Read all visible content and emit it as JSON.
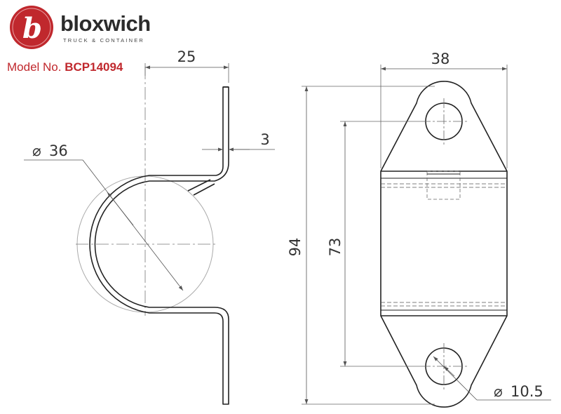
{
  "brand": {
    "name": "bloxwich",
    "tagline": "TRUCK & CONTAINER",
    "logo_letter": "b",
    "accent_color": "#c0282d"
  },
  "model": {
    "label": "Model No.",
    "number": "BCP14094"
  },
  "dimensions": {
    "width_side": "25",
    "thickness": "3",
    "diameter": "36",
    "diameter_symbol": "⌀",
    "width_front": "38",
    "height_total": "94",
    "hole_spacing": "73",
    "hole_diameter": "10.5"
  }
}
